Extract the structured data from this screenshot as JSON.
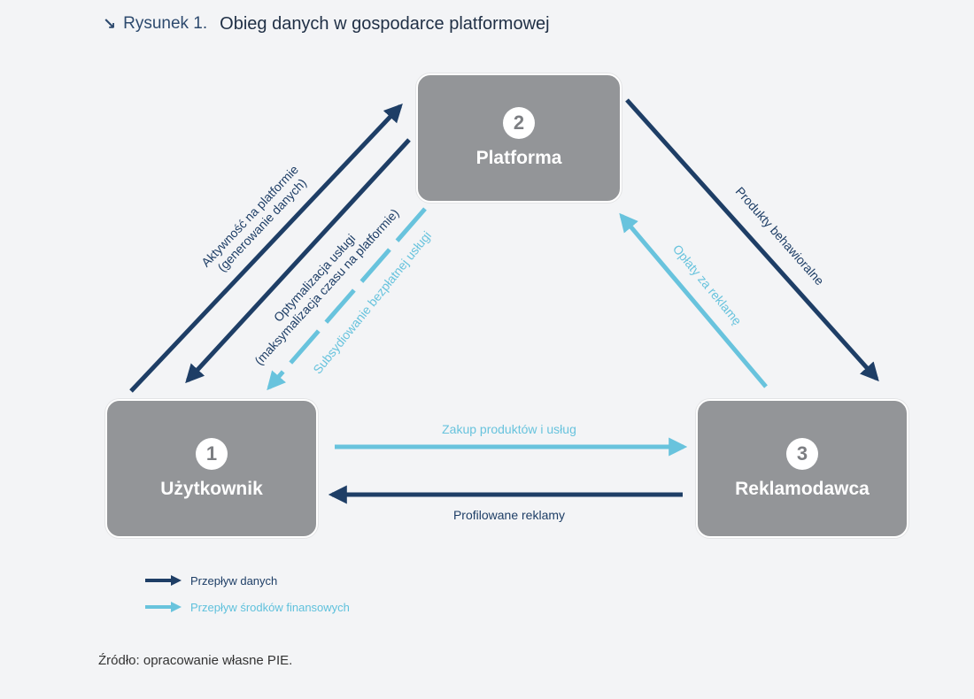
{
  "figure": {
    "arrow_icon": "arrow-down-right-icon",
    "number": "Rysunek 1.",
    "title": "Obieg danych w gospodarce platformowej"
  },
  "nodes": {
    "platforma": {
      "number": "2",
      "label": "Platforma"
    },
    "uzytkownik": {
      "number": "1",
      "label": "Użytkownik"
    },
    "reklamodawca": {
      "number": "3",
      "label": "Reklamodawca"
    }
  },
  "flows": {
    "aktywnosc": {
      "line1": "Aktywność na platformie",
      "line2": "(generowanie danych)",
      "type": "data"
    },
    "optymalizacja": {
      "line1": "Optymalizacja usługi",
      "line2": "(maksymalizacja czasu na platformie)",
      "type": "data"
    },
    "subsydiowanie": {
      "label": "Subsydiowanie bezpłatnej usługi",
      "type": "financial",
      "style": "dashed"
    },
    "produkty": {
      "label": "Produkty behawioralne",
      "type": "data"
    },
    "oplaty": {
      "label": "Opłaty za reklamę",
      "type": "financial"
    },
    "zakup": {
      "label": "Zakup produktów i usług",
      "type": "financial"
    },
    "profilowane": {
      "label": "Profilowane reklamy",
      "type": "data"
    }
  },
  "legend": {
    "data_flow": "Przepływ danych",
    "financial_flow": "Przepływ środków finansowych"
  },
  "colors": {
    "data": "#1e3e66",
    "financial": "#68c3dd",
    "node": "#939598"
  },
  "source": "Źródło: opracowanie własne PIE."
}
